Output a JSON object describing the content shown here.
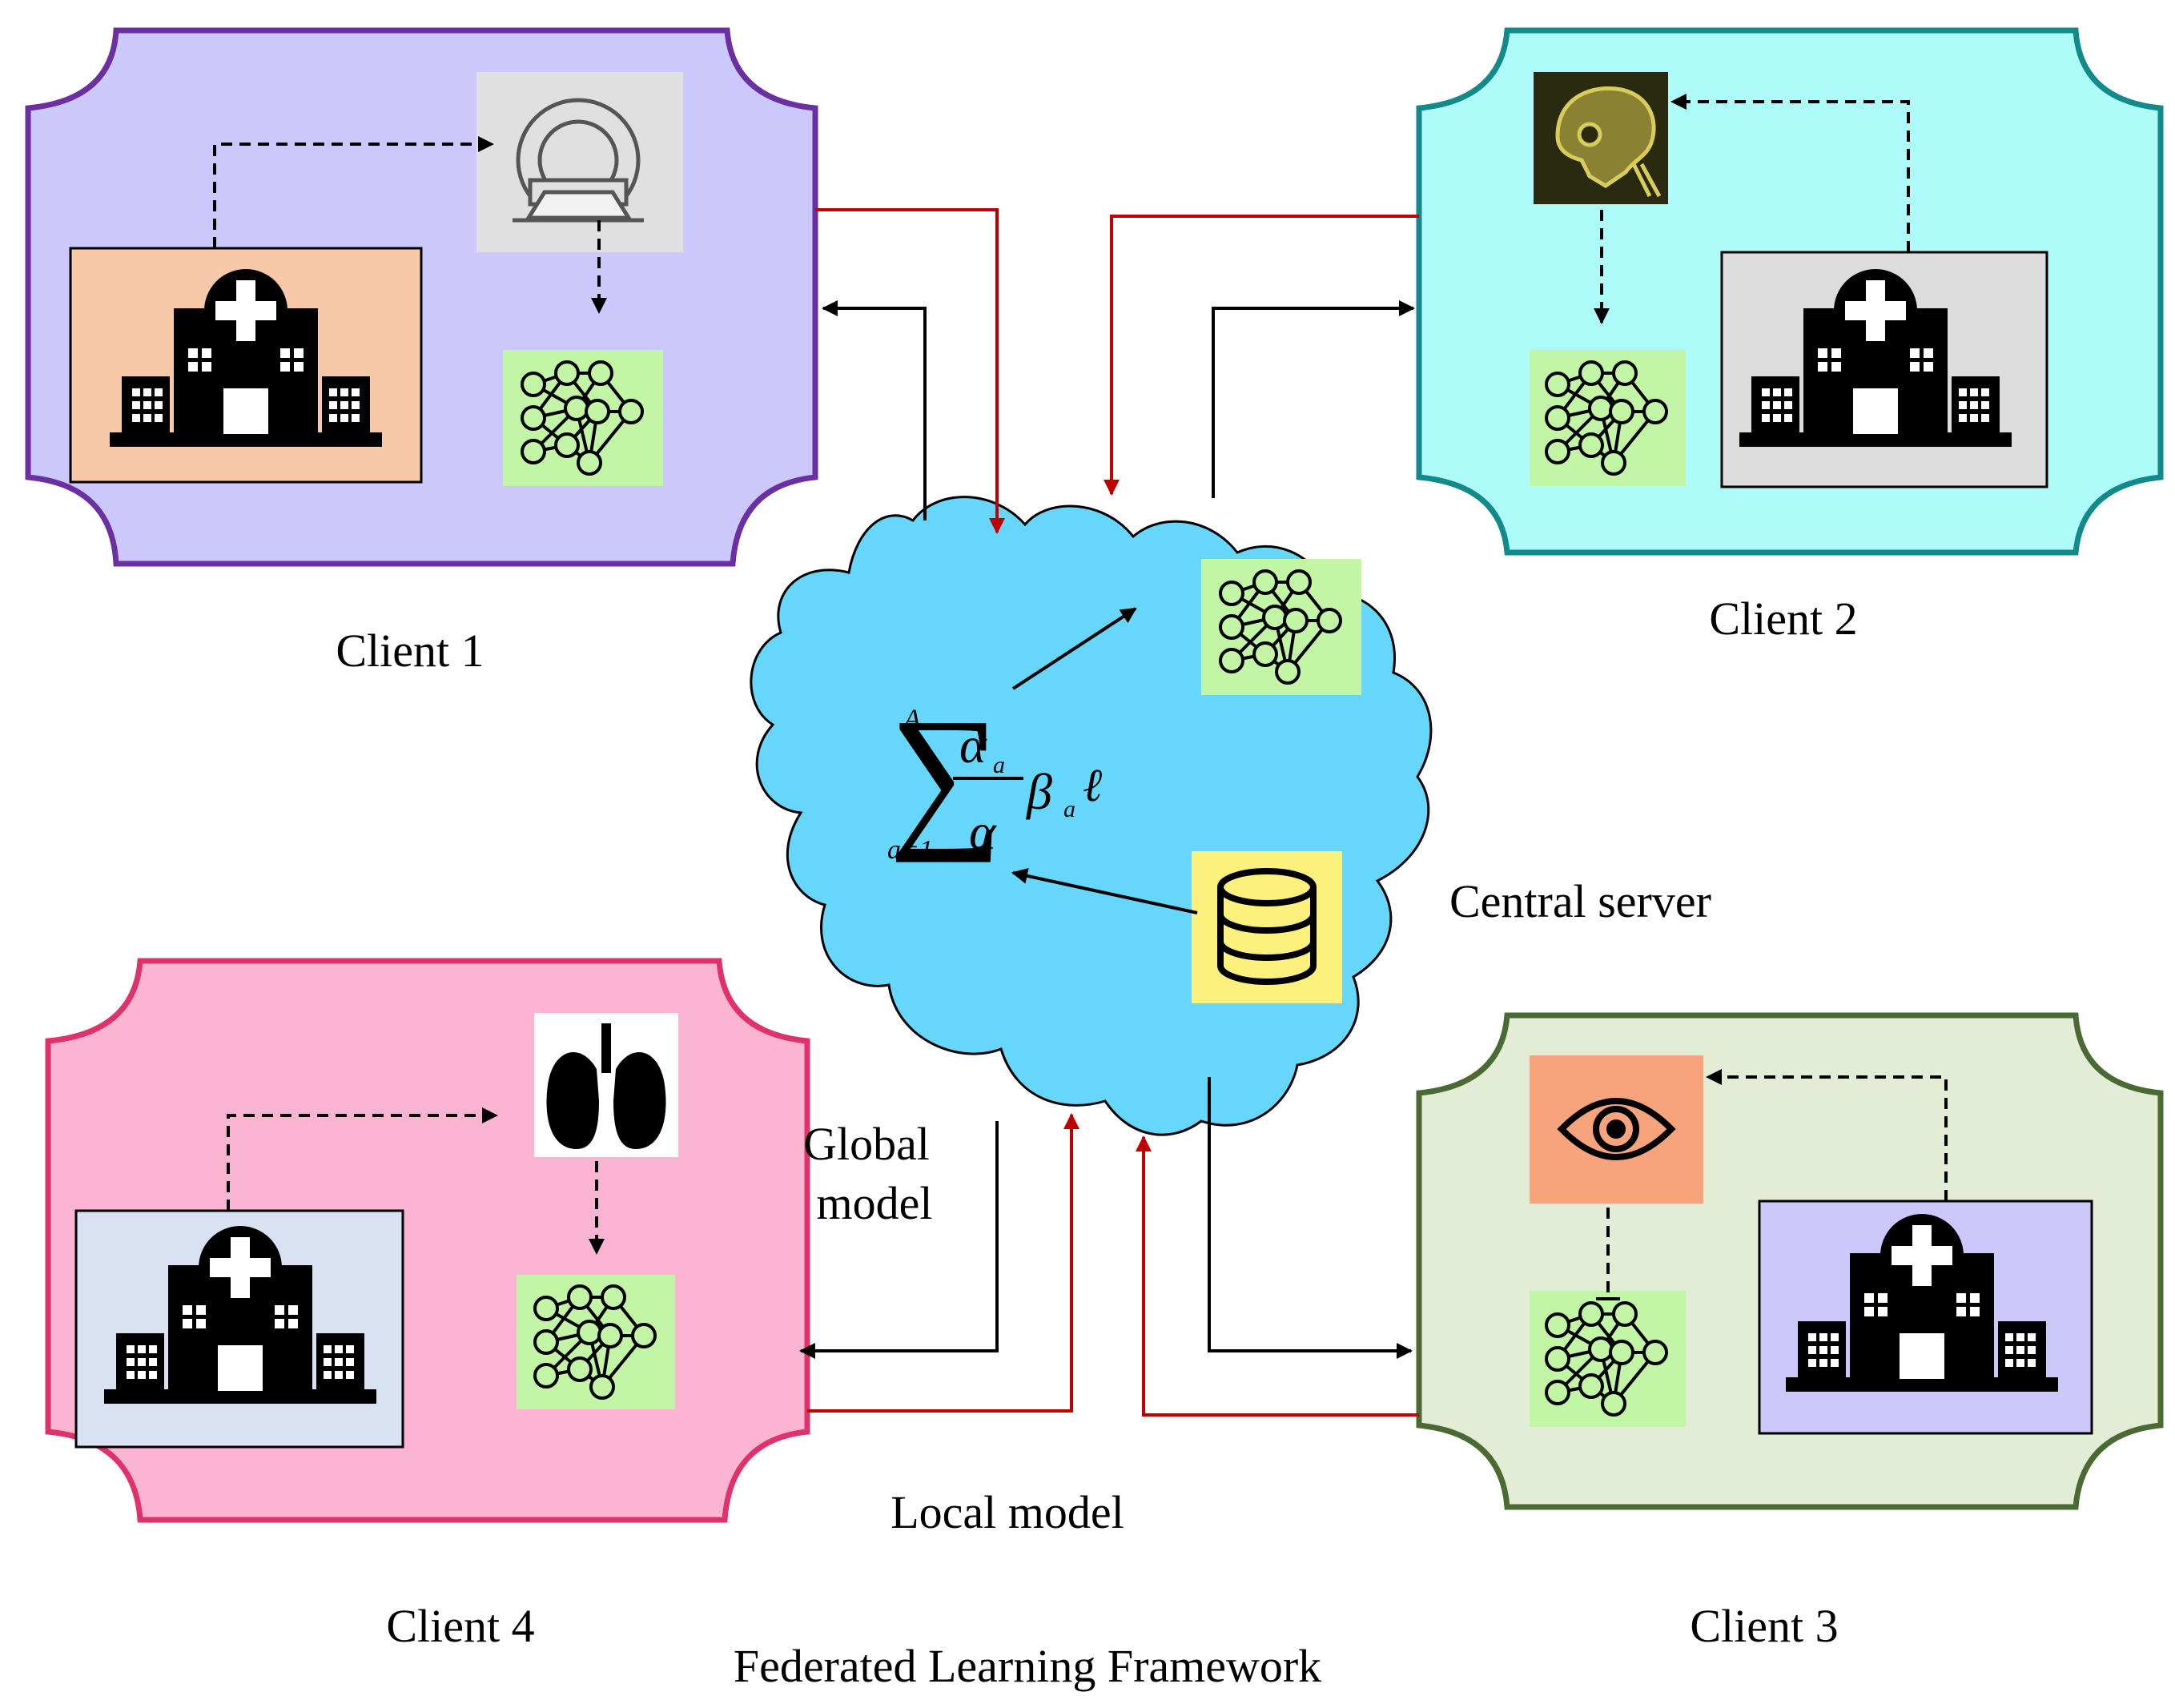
{
  "title": "Federated Learning Framework",
  "server_label": "Central server",
  "global_model_label_line1": "Global",
  "global_model_label_line2": "model",
  "local_model_label": "Local model",
  "formula": {
    "sum_upper": "A",
    "sum_lower": "a=1",
    "numerator": "α",
    "numerator_sub": "a",
    "denominator": "α",
    "tail": "β",
    "tail_sub": "a",
    "tail_end": "ℓ"
  },
  "clients": [
    {
      "label": "Client 1",
      "border": "#6a2fa0",
      "fill": "#ccc8fc",
      "hospital_bg": "#f7c9a8",
      "device": "mri-scanner-icon",
      "device_bg": "#e0e0e0"
    },
    {
      "label": "Client 2",
      "border": "#128a8a",
      "fill": "#aefcfa",
      "hospital_bg": "#dcdcdc",
      "device": "skull-xray-icon",
      "device_bg": "#2a2a10"
    },
    {
      "label": "Client 3",
      "border": "#4a6a34",
      "fill": "#e3ecd5",
      "hospital_bg": "#ccc8fc",
      "device": "eye-icon",
      "device_bg": "#f7a47c"
    },
    {
      "label": "Client 4",
      "border": "#e0326a",
      "fill": "#fbb4d2",
      "hospital_bg": "#d8e2f2",
      "device": "lungs-icon",
      "device_bg": "#ffffff"
    }
  ],
  "colors": {
    "cloud": "#66d6fb",
    "model_box": "#c2f5a6",
    "database_box": "#fbf17c",
    "local_update_arrow": "#c00000",
    "global_model_arrow": "#000000"
  }
}
